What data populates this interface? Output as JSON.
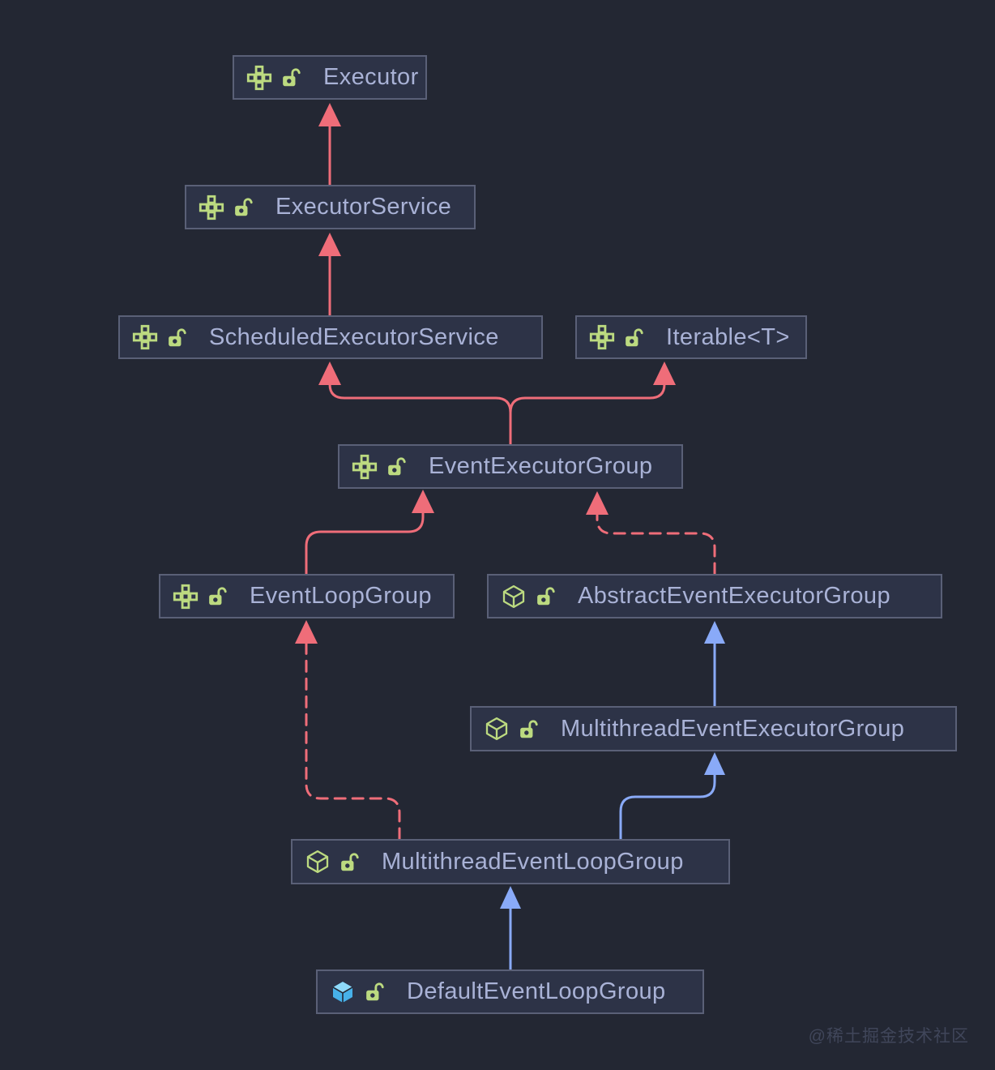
{
  "diagram": {
    "kind": "uml-class-hierarchy",
    "watermark": "@稀土掘金技术社区"
  },
  "colors": {
    "background": "#232733",
    "node_fill": "#2d3347",
    "node_border": "#5a6077",
    "node_text": "#a9b2d6",
    "interface_icon_green": "#bcda80",
    "lock_icon_green": "#bcda80",
    "class_cube_blue": "#47b1e9",
    "extends_interface_arrow_red": "#ef6d79",
    "extends_class_arrow_blue": "#89aaf8",
    "watermark_gray": "#40465a"
  },
  "nodes": [
    {
      "label": "Executor",
      "kind": "interface",
      "main_icon": "interface-icon",
      "lock": "open"
    },
    {
      "label": "ExecutorService",
      "kind": "interface",
      "main_icon": "interface-icon",
      "lock": "open"
    },
    {
      "label": "ScheduledExecutorService",
      "kind": "interface",
      "main_icon": "interface-icon",
      "lock": "open"
    },
    {
      "label": "Iterable<T>",
      "kind": "interface",
      "main_icon": "interface-icon",
      "lock": "open"
    },
    {
      "label": "EventExecutorGroup",
      "kind": "interface",
      "main_icon": "interface-icon",
      "lock": "open"
    },
    {
      "label": "EventLoopGroup",
      "kind": "interface",
      "main_icon": "interface-icon",
      "lock": "open"
    },
    {
      "label": "AbstractEventExecutorGroup",
      "kind": "abstract-class",
      "main_icon": "abstract-cube-icon",
      "lock": "open"
    },
    {
      "label": "MultithreadEventExecutorGroup",
      "kind": "abstract-class",
      "main_icon": "abstract-cube-icon",
      "lock": "open"
    },
    {
      "label": "MultithreadEventLoopGroup",
      "kind": "abstract-class",
      "main_icon": "abstract-cube-icon",
      "lock": "open"
    },
    {
      "label": "DefaultEventLoopGroup",
      "kind": "class",
      "main_icon": "class-cube-icon",
      "lock": "open"
    }
  ],
  "edges": [
    {
      "from": "ExecutorService",
      "to": "Executor",
      "relation": "extends",
      "line": "solid",
      "color": "#ef6d79"
    },
    {
      "from": "ScheduledExecutorService",
      "to": "ExecutorService",
      "relation": "extends",
      "line": "solid",
      "color": "#ef6d79"
    },
    {
      "from": "EventExecutorGroup",
      "to": "ScheduledExecutorService",
      "relation": "extends",
      "line": "solid",
      "color": "#ef6d79"
    },
    {
      "from": "EventExecutorGroup",
      "to": "Iterable<T>",
      "relation": "extends",
      "line": "solid",
      "color": "#ef6d79"
    },
    {
      "from": "EventLoopGroup",
      "to": "EventExecutorGroup",
      "relation": "extends",
      "line": "solid",
      "color": "#ef6d79"
    },
    {
      "from": "AbstractEventExecutorGroup",
      "to": "EventExecutorGroup",
      "relation": "implements",
      "line": "dashed",
      "color": "#ef6d79"
    },
    {
      "from": "MultithreadEventExecutorGroup",
      "to": "AbstractEventExecutorGroup",
      "relation": "extends",
      "line": "solid",
      "color": "#89aaf8"
    },
    {
      "from": "MultithreadEventLoopGroup",
      "to": "EventLoopGroup",
      "relation": "implements",
      "line": "dashed",
      "color": "#ef6d79"
    },
    {
      "from": "MultithreadEventLoopGroup",
      "to": "MultithreadEventExecutorGroup",
      "relation": "extends",
      "line": "solid",
      "color": "#89aaf8"
    },
    {
      "from": "DefaultEventLoopGroup",
      "to": "MultithreadEventLoopGroup",
      "relation": "extends",
      "line": "solid",
      "color": "#89aaf8"
    }
  ]
}
